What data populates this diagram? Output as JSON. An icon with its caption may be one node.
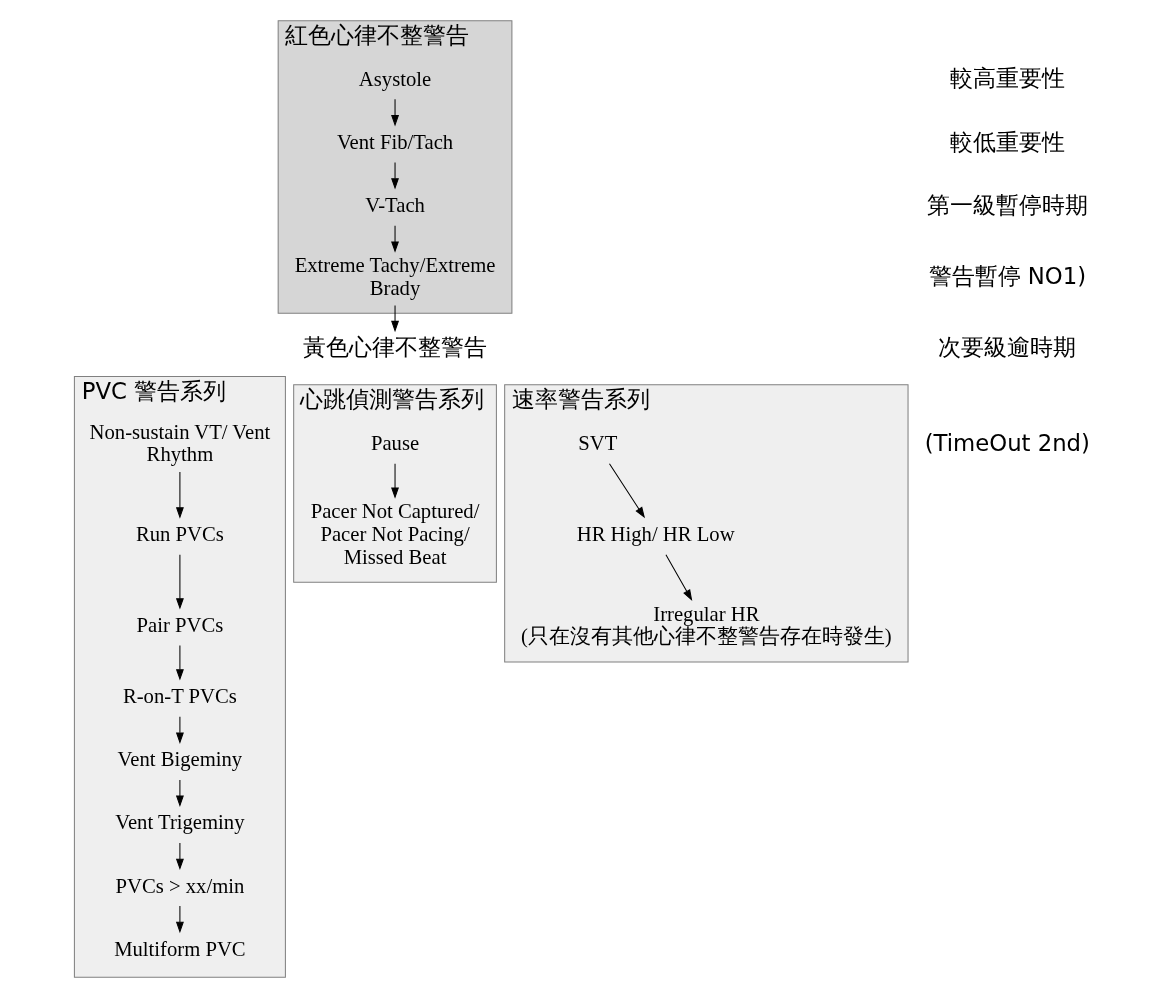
{
  "diagram": {
    "nodes": [
      {
        "text": [
          "紅色心律不整警告"
        ]
      },
      {
        "text": [
          "Asystole"
        ],
        "in": 0
      },
      {
        "text": [
          "Vent Fib/Tach"
        ],
        "in": 0
      },
      {
        "text": [
          "V-Tach"
        ],
        "in": 0
      },
      {
        "text": [
          "Extreme Tachy/Extreme Brady"
        ],
        "in": 0
      },
      {
        "text": [
          "黃色心律不整警告"
        ]
      },
      {
        "text": [
          "PVC 警告系列"
        ]
      },
      {
        "text": [
          "Non-sustain VT/ Vent Rhythm"
        ],
        "in": 6
      },
      {
        "text": [
          "Run PVCs"
        ],
        "in": 6
      },
      {
        "text": [
          "Pair PVCs"
        ],
        "in": 6
      },
      {
        "text": [
          "R-on-T PVCs"
        ],
        "in": 6
      },
      {
        "text": [
          "Vent Bigeminy"
        ],
        "in": 6
      },
      {
        "text": [
          "Vent Trigeminy"
        ],
        "in": 6
      },
      {
        "text": [
          "PVCs > xx/min"
        ],
        "in": 6
      },
      {
        "text": [
          "Multiform PVC"
        ],
        "in": 6
      },
      {
        "text": [
          "心跳偵測警告系列"
        ]
      },
      {
        "text": [
          "Pause"
        ],
        "in": 15
      },
      {
        "text": [
          "Pacer Not Captured/ Pacer Not Pacing/ Missed Beat"
        ],
        "in": 15
      },
      {
        "text": [
          "速率警告系列"
        ]
      },
      {
        "text": [
          "SVT"
        ],
        "in": 18
      },
      {
        "text": [
          "HR High/ HR Low"
        ],
        "in": 18
      },
      {
        "text": [
          "Irregular HR",
          "(只在沒有其他心律不整警告存在時發生)"
        ],
        "in": 18
      }
    ],
    "edges": [
      {
        "from": 1,
        "to": 2,
        "arrow": "to"
      },
      {
        "from": 2,
        "to": 3,
        "arrow": "to"
      },
      {
        "from": 3,
        "to": 4,
        "arrow": "to"
      },
      {
        "from": 4,
        "to": 5,
        "arrow": "to"
      },
      {
        "from": 7,
        "to": 8,
        "arrow": "to"
      },
      {
        "from": 8,
        "to": 9,
        "arrow": "to"
      },
      {
        "from": 9,
        "to": 10,
        "arrow": "to"
      },
      {
        "from": 10,
        "to": 11,
        "arrow": "to"
      },
      {
        "from": 11,
        "to": 12,
        "arrow": "to"
      },
      {
        "from": 12,
        "to": 13,
        "arrow": "to"
      },
      {
        "from": 13,
        "to": 14,
        "arrow": "to"
      },
      {
        "from": 16,
        "to": 17,
        "arrow": "to"
      },
      {
        "from": 19,
        "to": 20,
        "arrow": "to"
      },
      {
        "from": 20,
        "to": 21,
        "arrow": "to"
      }
    ],
    "labels": [
      "較高重要性",
      "較低重要性",
      "第一級暫停時期",
      "警告暫停 NO1)",
      "次要級逾時期",
      "(TimeOut 2nd)"
    ]
  }
}
